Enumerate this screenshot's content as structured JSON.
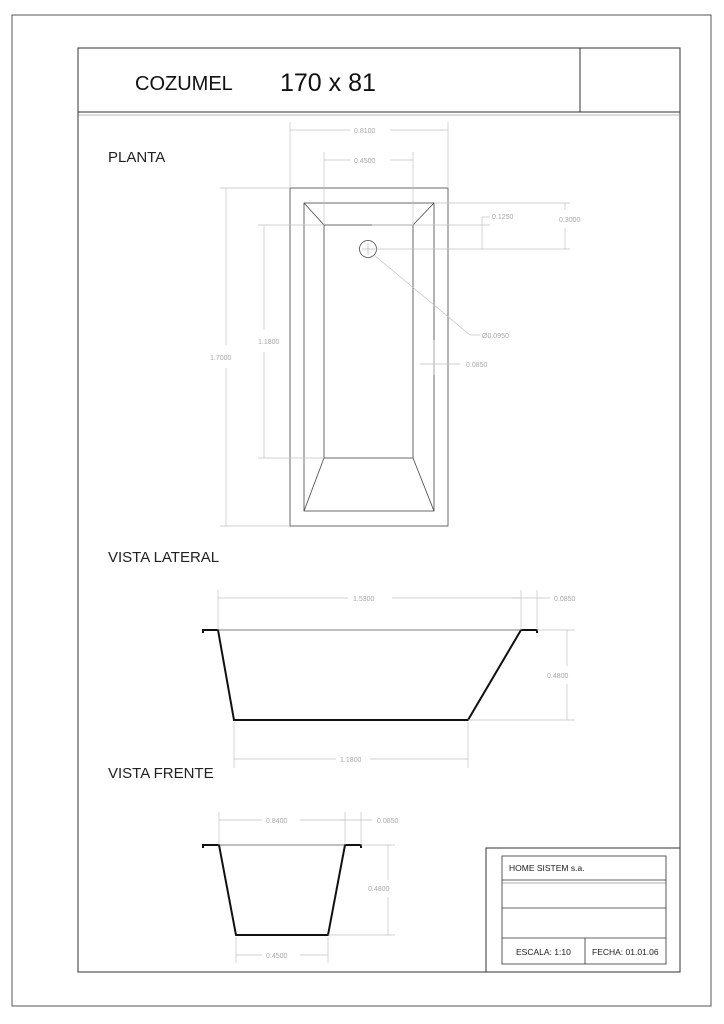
{
  "title": {
    "name": "COZUMEL",
    "size": "170 x 81"
  },
  "views": {
    "plan": "PLANTA",
    "side": "VISTA LATERAL",
    "front": "VISTA FRENTE"
  },
  "dimensions": {
    "plan": {
      "outer_width": "0.8100",
      "inner_width": "0.4500",
      "drain_offset_small": "0.1250",
      "drain_offset_large": "0.3000",
      "inner_length": "1.1800",
      "outer_length": "1.7000",
      "drain_diameter": "Ø0.0950",
      "side_offset": "0.0850"
    },
    "side": {
      "top_length": "1.5300",
      "rim": "0.0850",
      "depth": "0.4800",
      "bottom_length": "1.1800"
    },
    "front": {
      "top_width": "0.8400",
      "rim": "0.0850",
      "depth": "0.4800",
      "bottom_width": "0.4500"
    }
  },
  "title_block": {
    "company": "HOME SISTEM s.a.",
    "scale": "ESCALA: 1:10",
    "date": "FECHA: 01.01.06"
  }
}
